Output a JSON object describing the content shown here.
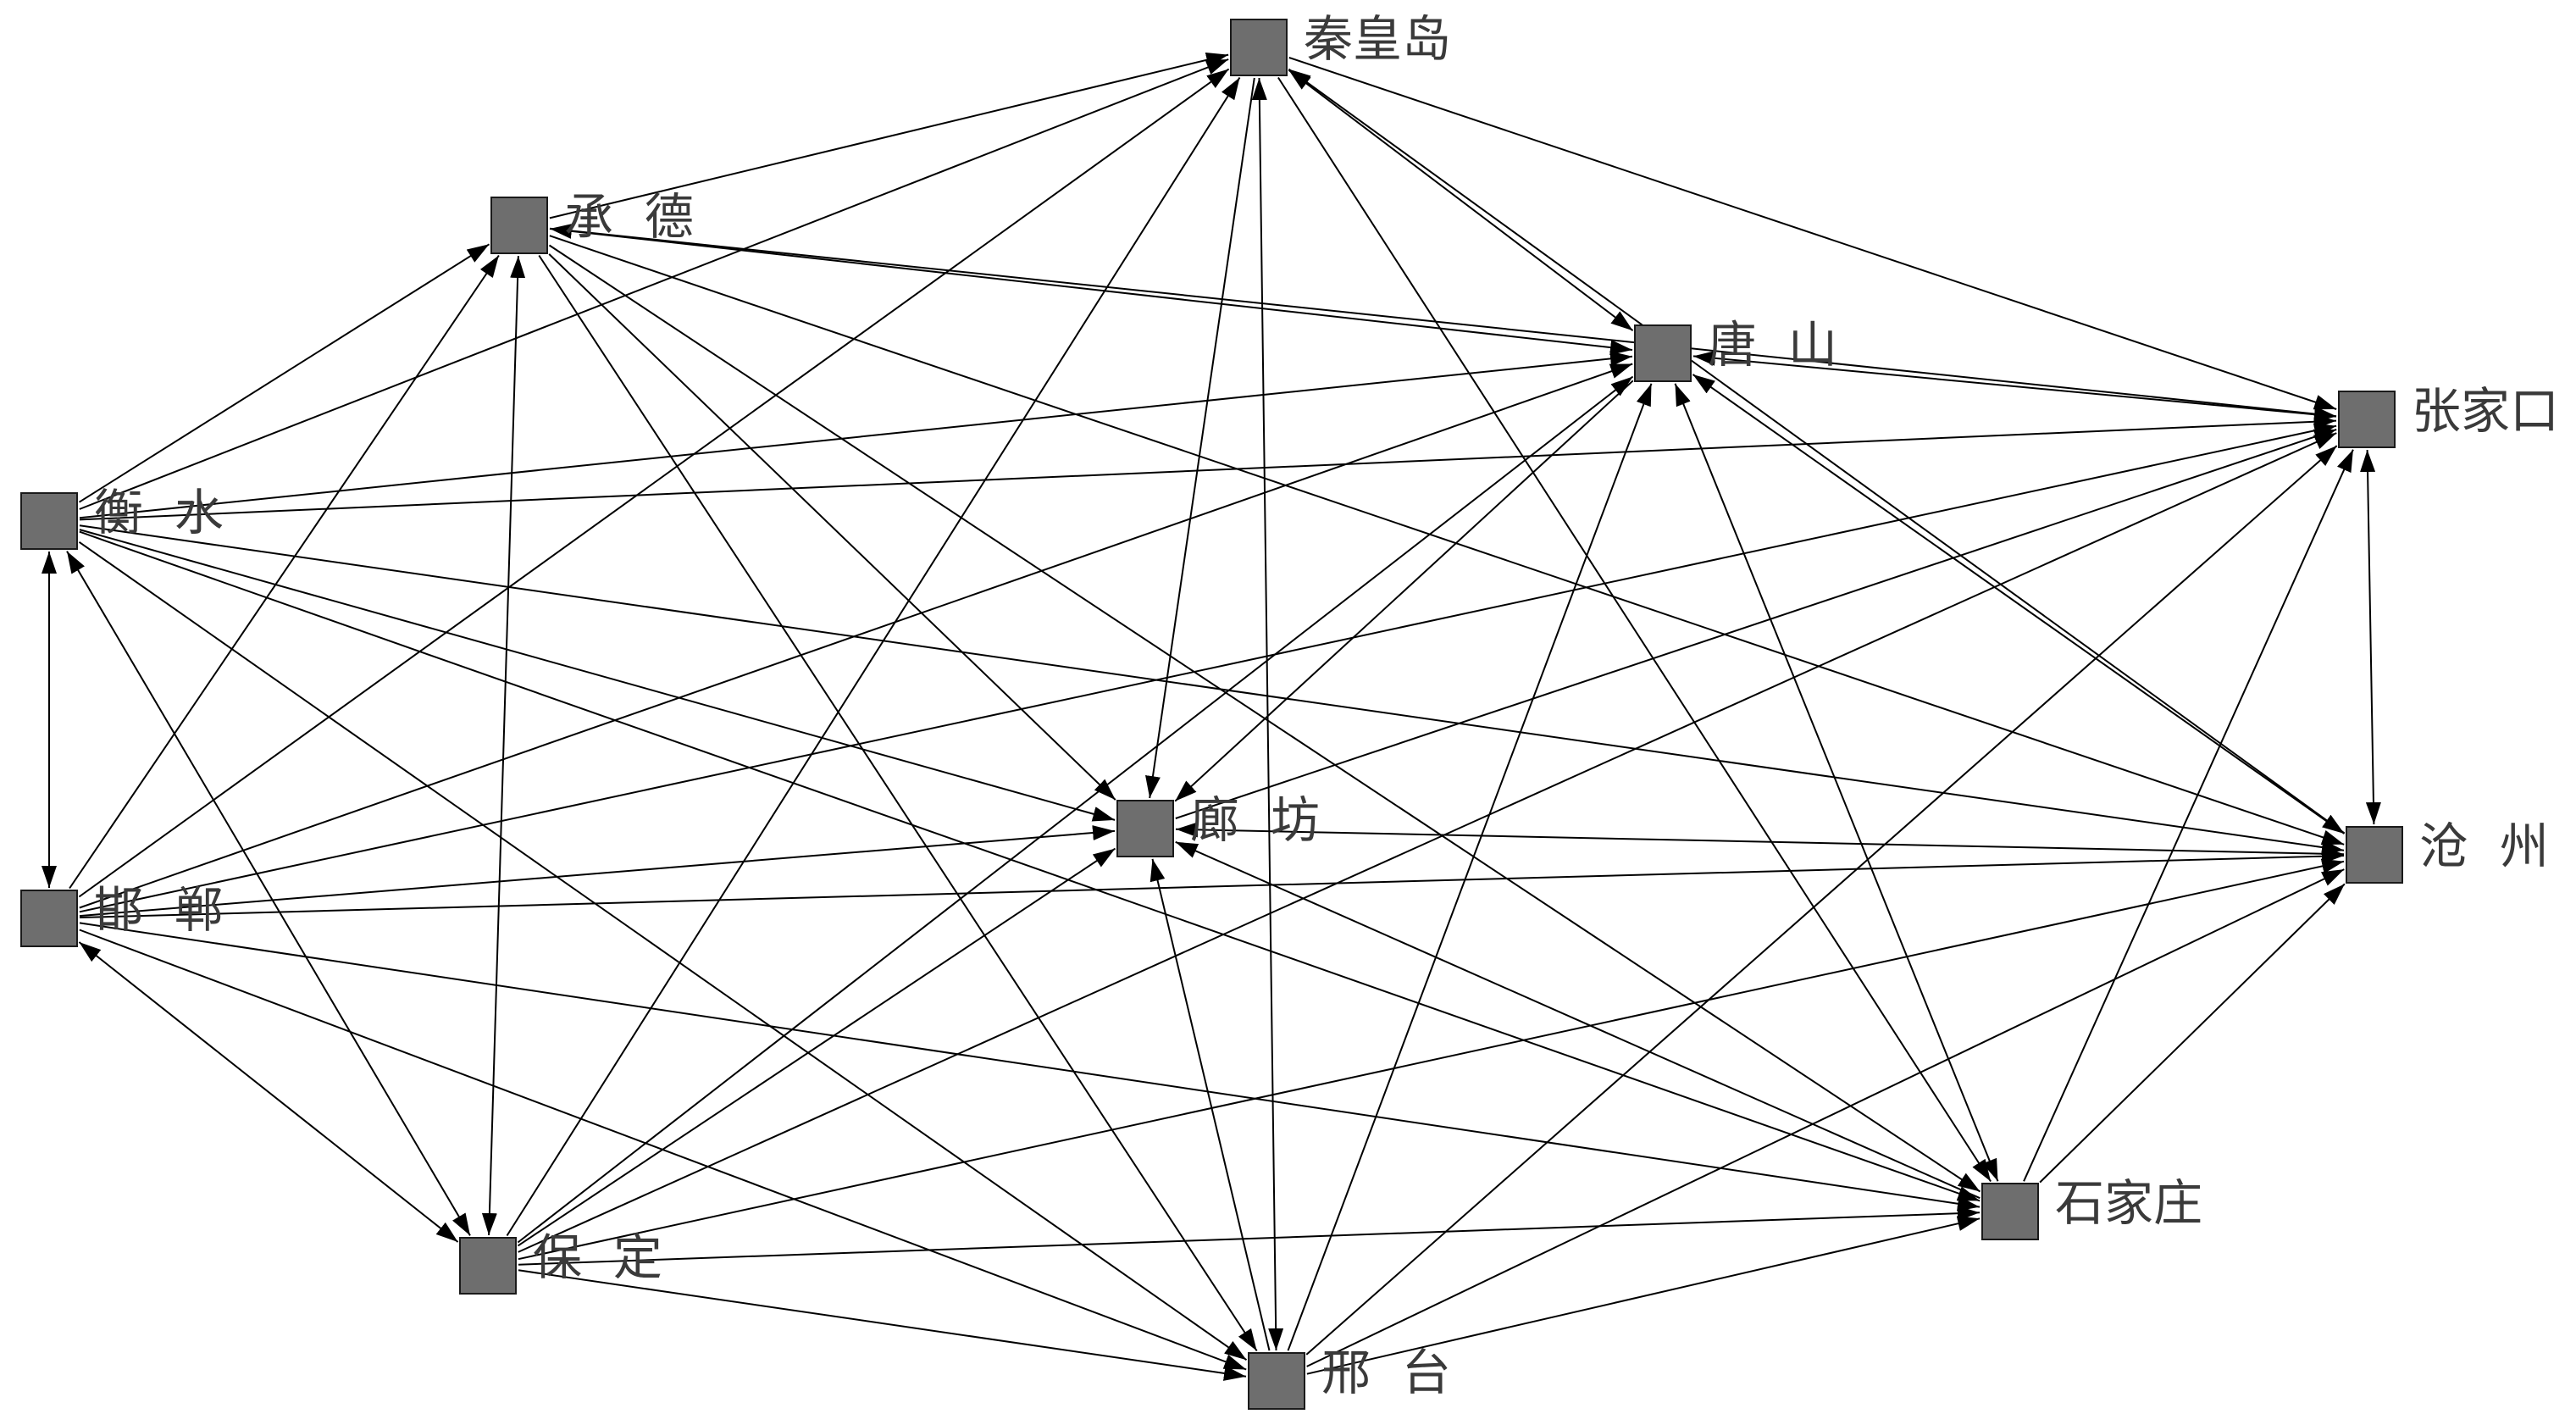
{
  "colors": {
    "edge": "#000000",
    "node_fill": "#6e6e6e",
    "node_stroke": "#1a1a1a",
    "label": "#3a3a3a"
  },
  "nodes": [
    {
      "label": "秦皇岛"
    },
    {
      "label": "承  德"
    },
    {
      "label": "唐  山"
    },
    {
      "label": "张家口"
    },
    {
      "label": "衡  水"
    },
    {
      "label": "廊  坊"
    },
    {
      "label": "沧  州"
    },
    {
      "label": "邯  郸"
    },
    {
      "label": "石家庄"
    },
    {
      "label": "保  定"
    },
    {
      "label": "邢  台"
    }
  ],
  "edges": [
    {
      "from": 1,
      "to": 0
    },
    {
      "from": 0,
      "to": 2,
      "both": true
    },
    {
      "from": 0,
      "to": 3
    },
    {
      "from": 4,
      "to": 0
    },
    {
      "from": 0,
      "to": 5
    },
    {
      "from": 6,
      "to": 0
    },
    {
      "from": 7,
      "to": 0
    },
    {
      "from": 0,
      "to": 8
    },
    {
      "from": 9,
      "to": 0
    },
    {
      "from": 0,
      "to": 10,
      "both": true
    },
    {
      "from": 1,
      "to": 2,
      "both": true
    },
    {
      "from": 1,
      "to": 3
    },
    {
      "from": 4,
      "to": 1
    },
    {
      "from": 1,
      "to": 5
    },
    {
      "from": 1,
      "to": 6
    },
    {
      "from": 7,
      "to": 1
    },
    {
      "from": 1,
      "to": 8
    },
    {
      "from": 1,
      "to": 9,
      "both": true
    },
    {
      "from": 1,
      "to": 10
    },
    {
      "from": 2,
      "to": 3,
      "both": true
    },
    {
      "from": 4,
      "to": 2
    },
    {
      "from": 2,
      "to": 5
    },
    {
      "from": 2,
      "to": 6,
      "both": true
    },
    {
      "from": 7,
      "to": 2
    },
    {
      "from": 2,
      "to": 8,
      "both": true
    },
    {
      "from": 9,
      "to": 2
    },
    {
      "from": 10,
      "to": 2
    },
    {
      "from": 4,
      "to": 3
    },
    {
      "from": 5,
      "to": 3
    },
    {
      "from": 3,
      "to": 6,
      "both": true
    },
    {
      "from": 7,
      "to": 3
    },
    {
      "from": 8,
      "to": 3
    },
    {
      "from": 9,
      "to": 3
    },
    {
      "from": 10,
      "to": 3
    },
    {
      "from": 4,
      "to": 5
    },
    {
      "from": 4,
      "to": 6
    },
    {
      "from": 4,
      "to": 7,
      "both": true
    },
    {
      "from": 4,
      "to": 8
    },
    {
      "from": 4,
      "to": 9,
      "both": true
    },
    {
      "from": 4,
      "to": 10
    },
    {
      "from": 6,
      "to": 5,
      "both": true
    },
    {
      "from": 7,
      "to": 5
    },
    {
      "from": 8,
      "to": 5
    },
    {
      "from": 9,
      "to": 5
    },
    {
      "from": 10,
      "to": 5
    },
    {
      "from": 7,
      "to": 6
    },
    {
      "from": 8,
      "to": 6
    },
    {
      "from": 9,
      "to": 6
    },
    {
      "from": 10,
      "to": 6
    },
    {
      "from": 7,
      "to": 8
    },
    {
      "from": 7,
      "to": 9,
      "both": true
    },
    {
      "from": 7,
      "to": 10
    },
    {
      "from": 9,
      "to": 8
    },
    {
      "from": 10,
      "to": 8
    },
    {
      "from": 9,
      "to": 10
    }
  ]
}
